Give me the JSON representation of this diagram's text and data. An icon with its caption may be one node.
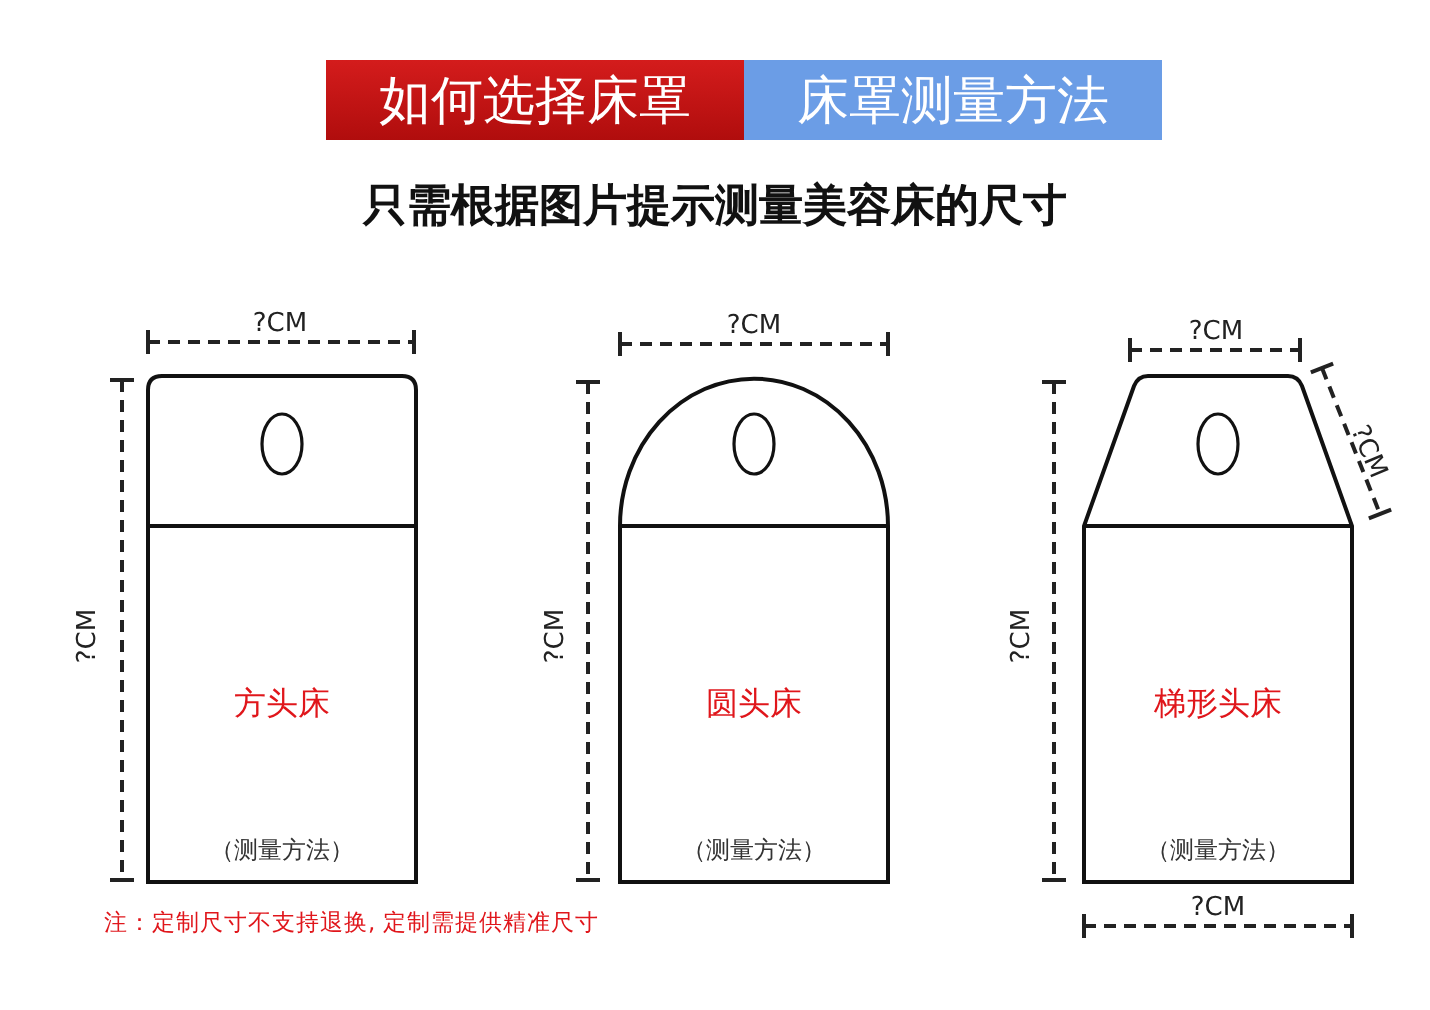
{
  "diagram": {
    "title": "只需根据图片提示测量美容床的尺寸",
    "nodes": [
      {
        "text": [
          "如何选择床罩"
        ]
      },
      {
        "text": [
          "床罩测量方法"
        ]
      },
      {
        "text": [
          "方头床",
          "（测量方法）"
        ]
      },
      {
        "text": [
          "圆头床",
          "（测量方法）"
        ]
      },
      {
        "text": [
          "梯形头床",
          "（测量方法）"
        ]
      }
    ],
    "edges": [],
    "labels": [
      "?CM",
      "?CM",
      "?CM",
      "?CM",
      "?CM",
      "?CM",
      "?CM",
      "?CM",
      "注：定制尺寸不支持退换, 定制需提供精准尺寸"
    ]
  }
}
